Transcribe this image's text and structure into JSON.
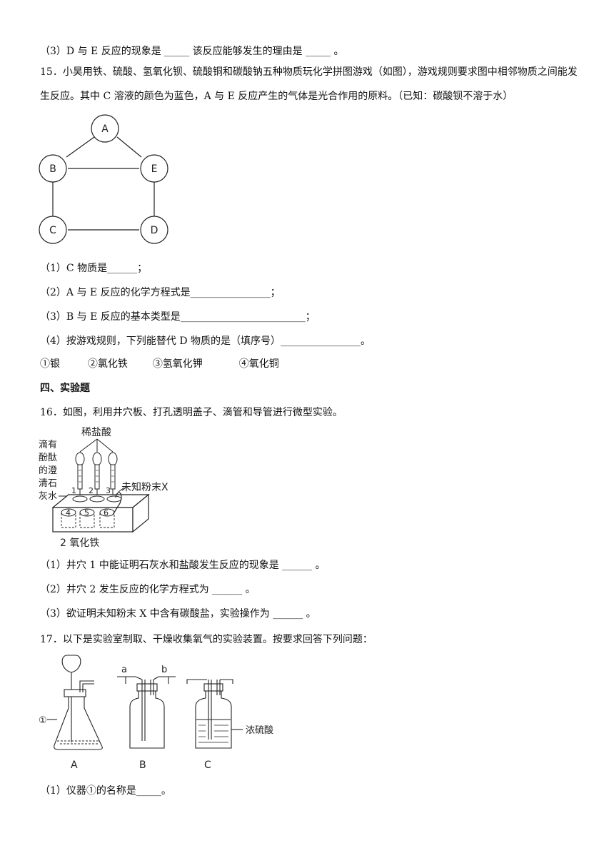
{
  "q14_3": "（3）D 与 E 反应的现象是 _____ 该反应能够发生的理由是 _____ 。",
  "q15": {
    "intro": "15．小昊用铁、硫酸、氢氧化钡、硫酸铜和碳酸钠五种物质玩化学拼图游戏（如图），游戏规则要求图中相邻物质之间能发生反应。其中 C 溶液的颜色为蓝色，A 与 E 反应产生的气体是光合作用的原料。（已知：碳酸钡不溶于水）",
    "nodes": [
      "A",
      "B",
      "E",
      "C",
      "D"
    ],
    "sub1": "（1）C 物质是______；",
    "sub2": "（2）A 与 E 反应的化学方程式是________________；",
    "sub3": "（3）B 与 E 反应的基本类型是_________________________；",
    "sub4": "（4）按游戏规则，下列能替代 D 物质的是（填序号）________________。",
    "options": [
      "①银",
      "②氯化铁",
      "③氢氧化钾",
      "④氧化铜"
    ]
  },
  "section4": "四、实验题",
  "q16": {
    "intro": "16．如图，利用井穴板、打孔透明盖子、滴管和导管进行微型实验。",
    "fig_labels": {
      "acid": "稀盐酸",
      "lime": [
        "滴有",
        "酚酞",
        "的澄",
        "清石",
        "灰水"
      ],
      "powder": "未知粉末X",
      "iron": "2 氧化铁",
      "wells_top": [
        "1",
        "2",
        "3"
      ],
      "wells_bottom": [
        "4",
        "5",
        "6"
      ]
    },
    "sub1": "（1）井穴 1 中能证明石灰水和盐酸发生反应的现象是 ______ 。",
    "sub2": "（2）井穴 2 发生反应的化学方程式为 ______ 。",
    "sub3": "（3）欲证明未知粉末 X 中含有碳酸盐，实验操作为 ______ 。"
  },
  "q17": {
    "intro": "17．以下是实验室制取、干燥收集氧气的实验装置。按要求回答下列问题：",
    "fig_labels": {
      "marker": "①",
      "a": "a",
      "b": "b",
      "acid": "浓硫酸",
      "captions": [
        "A",
        "B",
        "C"
      ]
    },
    "sub1": "（1）仪器①的名称是_____。"
  }
}
